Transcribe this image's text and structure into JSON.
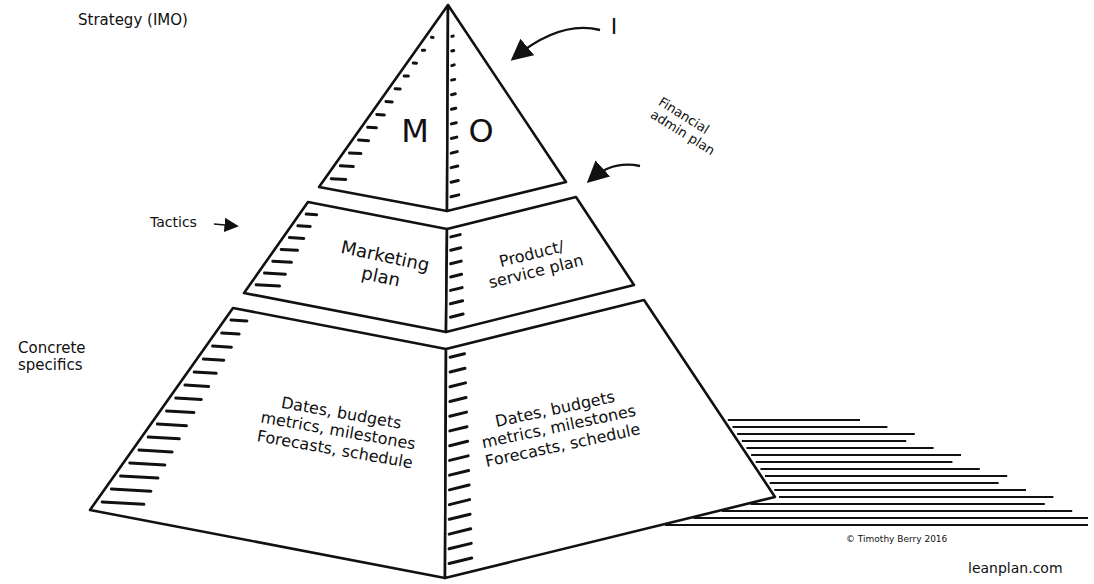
{
  "diagram": {
    "nodes": [
      {
        "text": [
          "M"
        ]
      },
      {
        "text": [
          "O"
        ]
      },
      {
        "text": [
          "Marketing plan"
        ]
      },
      {
        "text": [
          "Product/ service plan"
        ]
      },
      {
        "text": [
          "Dates, budgets metrics, milestones Forecasts, schedule"
        ]
      },
      {
        "text": [
          "Dates, budgets metrics, milestones Forecasts, schedule"
        ]
      }
    ],
    "labels": [
      "Strategy (IMO)",
      "I",
      "Financial admin plan",
      "Tactics",
      "Concrete specifics",
      "© Timothy Berry 2016",
      "leanplan.com"
    ]
  }
}
